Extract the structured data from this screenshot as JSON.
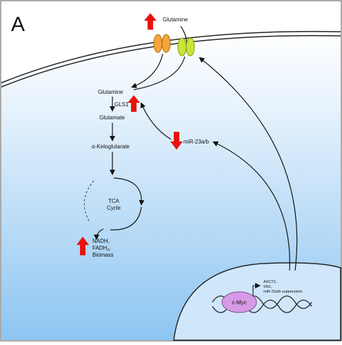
{
  "panel_label": "A",
  "labels": {
    "glutamine_outside": "Glutamine",
    "glutamine_inside": "Glutamine",
    "gls1": "GLS1",
    "glutamate": "Glutamate",
    "alpha_kg": "α-Ketoglutarate",
    "tca_line1": "TCA",
    "tca_line2": "Cycle",
    "mir": "miR-23a/b",
    "nadh_line1": "NADH,",
    "fadh_prefix": "FADH",
    "fadh_sub": "2",
    "fadh_suffix": ",",
    "biomass": "Biomass",
    "cmyc": "c-Myc",
    "targets_line1": "ASCT2,",
    "targets_line2": "SN2,",
    "targets_line3": "miR-23a/b suppression"
  },
  "indicators": {
    "glutamine_uptake": "up",
    "gls1": "up",
    "mir": "down",
    "outputs": "up"
  },
  "colors": {
    "arrow_red": "#e8120c",
    "transporter_orange": "#f4a43a",
    "transporter_green": "#c8e43a",
    "cmyc_fill": "#d69ae6",
    "cell_bg_top": "#ffffff",
    "cell_bg_bottom": "#8dc5f2"
  }
}
